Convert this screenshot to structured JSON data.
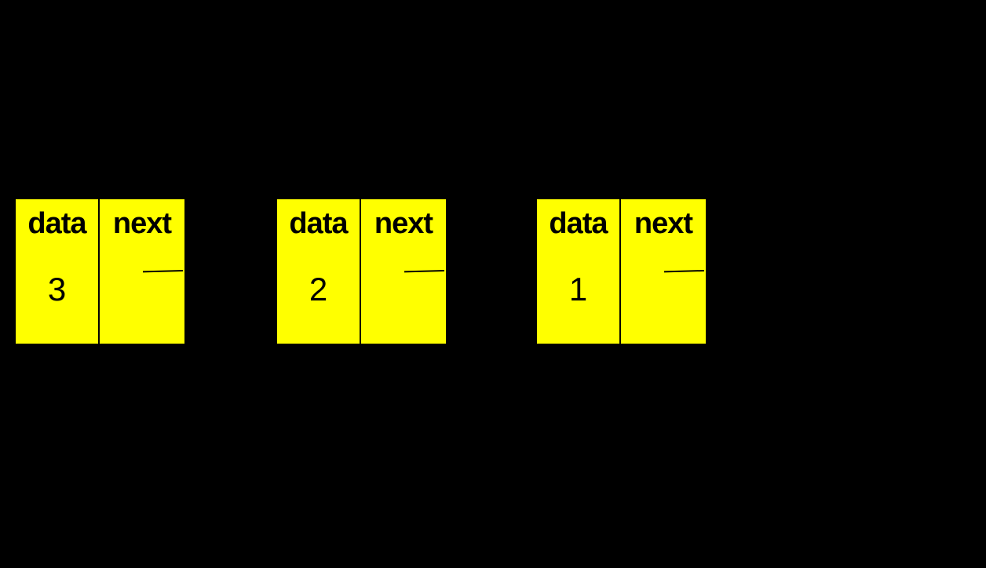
{
  "colors": {
    "background": "#000000",
    "node-fill": "#FFFF00",
    "stroke": "#000000",
    "text": "#000000"
  },
  "diagram": {
    "description": "singly linked list nodes",
    "nodes": [
      {
        "data_label": "data",
        "next_label": "next",
        "value": "3",
        "next_pointer_visible": true
      },
      {
        "data_label": "data",
        "next_label": "next",
        "value": "2",
        "next_pointer_visible": true
      },
      {
        "data_label": "data",
        "next_label": "next",
        "value": "1",
        "next_pointer_visible": true
      }
    ]
  }
}
